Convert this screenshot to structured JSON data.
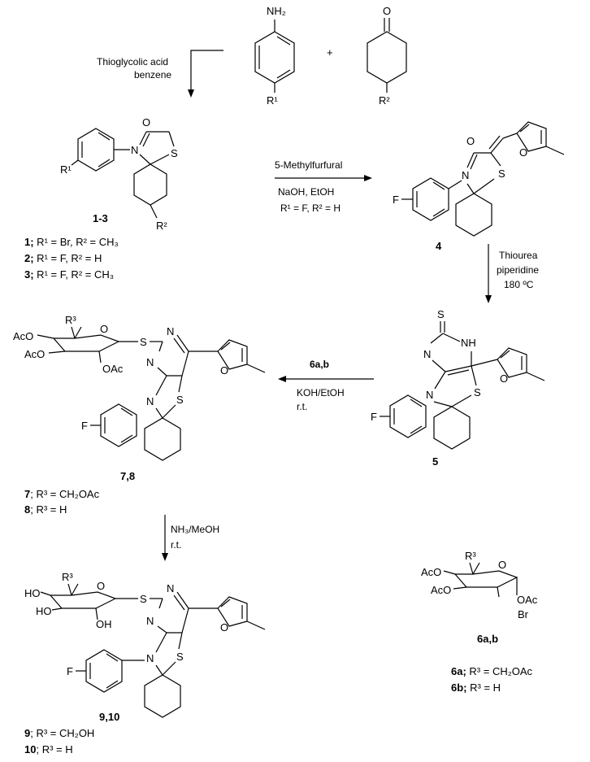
{
  "reagents": {
    "step1_a": "Thioglycolic acid",
    "step1_b": "benzene",
    "step2_a": "5-Methylfurfural",
    "step2_b": "NaOH, EtOH",
    "step2_c": "R¹ = F, R² = H",
    "step3_a": "Thiourea",
    "step3_b": "piperidine",
    "step3_c": "180 ºC",
    "step4_a": "6a,b",
    "step4_b": "KOH/EtOH",
    "step4_c": "r.t.",
    "step5_a": "NH₃/MeOH",
    "step5_b": "r.t."
  },
  "compound_labels": {
    "c13": "1-3",
    "c4": "4",
    "c5": "5",
    "c78": "7,8",
    "c910": "9,10",
    "c6ab": "6a,b"
  },
  "legends": {
    "l1_num": "1;",
    "l1_text": " R¹ = Br, R² = CH₃",
    "l2_num": "2;",
    "l2_text": " R¹ = F, R² = H",
    "l3_num": "3;",
    "l3_text": " R¹ = F, R² = CH₃",
    "l7_num": "7",
    "l7_text": "; R³ = CH₂OAc",
    "l8_num": "8",
    "l8_text": "; R³ = H",
    "l9_num": "9",
    "l9_text": "; R³ = CH₂OH",
    "l10_num": "10",
    "l10_text": "; R³ = H",
    "l6a_num": "6a;",
    "l6a_text": " R³ = CH₂OAc",
    "l6b_num": "6b;",
    "l6b_text": " R³ = H"
  },
  "atoms": {
    "nh2": "NH₂",
    "plus": "+",
    "o": "O",
    "n": "N",
    "s": "S",
    "f": "F",
    "nh": "NH",
    "br": "Br",
    "r1": "R¹",
    "r2": "R²",
    "r3": "R³",
    "aco": "AcO",
    "oac": "OAc",
    "ho": "HO",
    "oh": "OH"
  }
}
